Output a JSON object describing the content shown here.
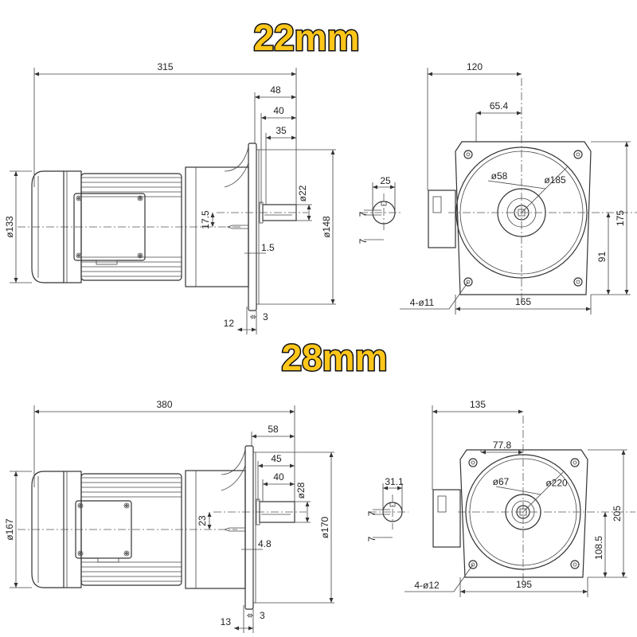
{
  "views": [
    {
      "title": "22mm",
      "side": {
        "overall_length": "315",
        "d_a": "48",
        "d_b": "40",
        "d_c": "35",
        "motor_dia": "ø133",
        "shaft_dia": "ø22",
        "flange_dia": "ø148",
        "shaft_offset": "17.5",
        "d_small": "1.5",
        "d_thk": "3",
        "d_flange": "12"
      },
      "key": {
        "width": "25",
        "k1": "7",
        "k2": "7"
      },
      "front": {
        "width": "120",
        "half": "65.4",
        "pilot": "ø58",
        "pcd": "ø185",
        "height": "175",
        "center_h": "91",
        "base": "165",
        "holes": "4-ø11"
      }
    },
    {
      "title": "28mm",
      "side": {
        "overall_length": "380",
        "d_a": "58",
        "d_b": "45",
        "d_c": "40",
        "motor_dia": "ø167",
        "shaft_dia": "ø28",
        "flange_dia": "ø170",
        "shaft_offset": "23",
        "d_small": "4.8",
        "d_thk": "3",
        "d_flange": "13"
      },
      "key": {
        "width": "31.1",
        "k1": "7",
        "k2": "7"
      },
      "front": {
        "width": "135",
        "half": "77.8",
        "pilot": "ø67",
        "pcd": "ø220",
        "height": "205",
        "center_h": "108.5",
        "base": "195",
        "holes": "4-ø12"
      }
    }
  ]
}
